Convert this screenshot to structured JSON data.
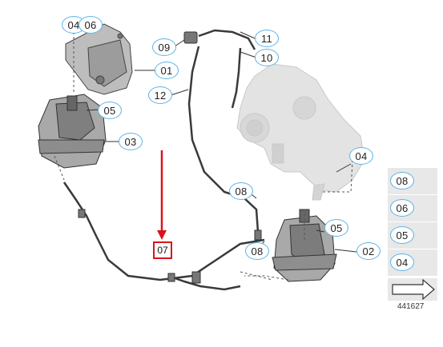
{
  "callouts": {
    "c04_top": "04",
    "c06_top": "06",
    "c01": "01",
    "c05_left": "05",
    "c03": "03",
    "c09": "09",
    "c11": "11",
    "c10": "10",
    "c12": "12",
    "c04_right": "04",
    "c08_mid": "08",
    "c05_right": "05",
    "c02": "02",
    "c08_low": "08",
    "c07": "07"
  },
  "legend": [
    "08",
    "06",
    "05",
    "04"
  ],
  "diagram_id": "441627"
}
